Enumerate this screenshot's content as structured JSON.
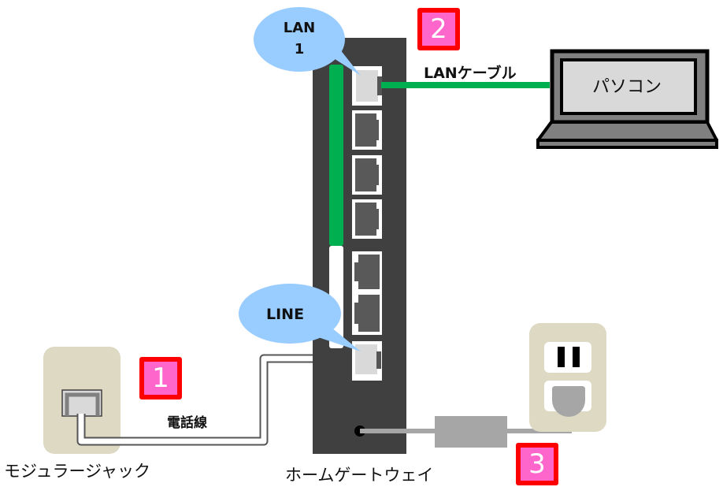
{
  "diagram": {
    "title": "ホームゲートウェイ接続図",
    "colors": {
      "gateway": "#404040",
      "lan_cable": "#00b050",
      "phone_cable": "#ffffff",
      "power_cable": "#a6a6a6",
      "bubble": "#99ccff",
      "badge_fill": "#ff66cc",
      "badge_border": "#ff0000",
      "wall_plate": "#ddd9c3",
      "laptop_body": "#808080",
      "laptop_screen": "#d9d9d9"
    },
    "devices": {
      "gateway_label": "ホームゲートウェイ",
      "pc_label": "パソコン",
      "modular_jack_label": "モジュラージャック"
    },
    "callouts": {
      "lan1_line1": "LAN",
      "lan1_line2": "1",
      "line": "LINE"
    },
    "cables": {
      "lan_cable_label": "LANケーブル",
      "phone_cable_label": "電話線"
    },
    "steps": [
      {
        "number": "1",
        "target": "電話線"
      },
      {
        "number": "2",
        "target": "LANケーブル"
      },
      {
        "number": "3",
        "target": "電源"
      }
    ],
    "gateway_ports": {
      "lan_ports": 6,
      "line_ports": 1,
      "connected": [
        "LAN 1",
        "LINE",
        "電源"
      ]
    }
  }
}
